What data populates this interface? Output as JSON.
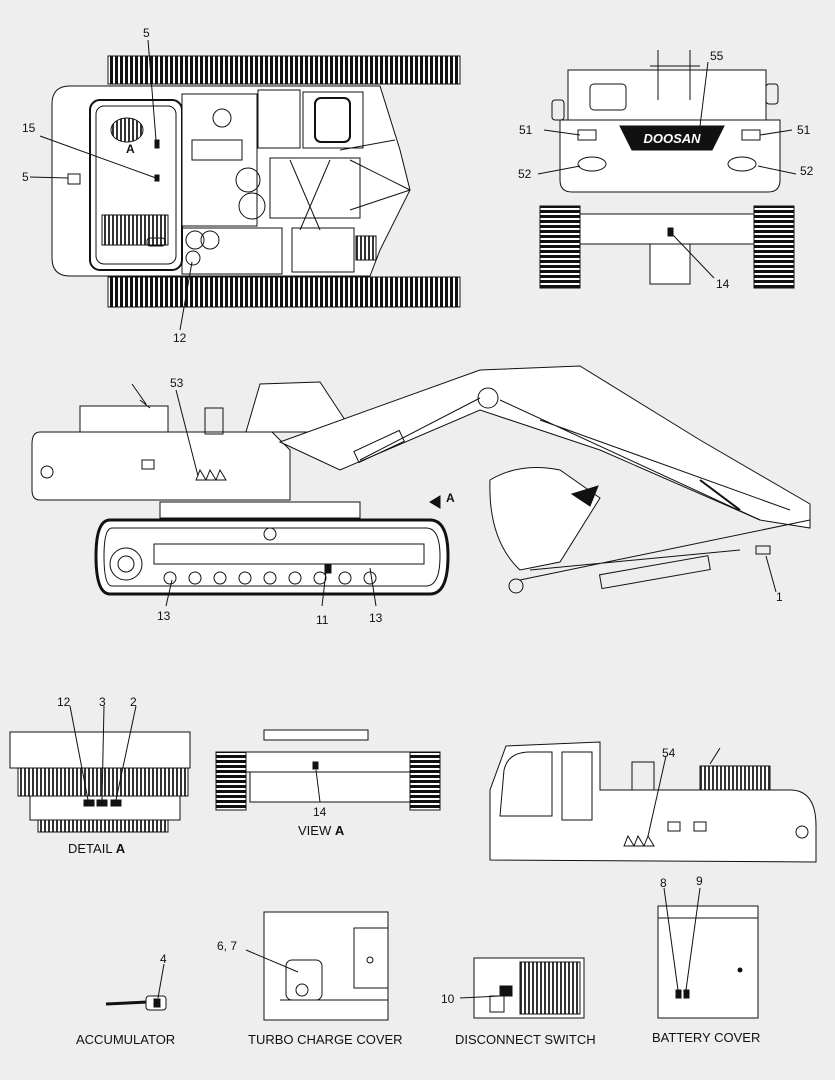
{
  "brand": "DOOSAN",
  "callouts": {
    "top_view": {
      "c5_upper": "5",
      "c5_left": "5",
      "c15": "15",
      "view_a": "A",
      "c12": "12"
    },
    "rear_view": {
      "c55": "55",
      "c51_left": "51",
      "c51_right": "51",
      "c52_left": "52",
      "c52_right": "52",
      "c14": "14"
    },
    "side_view": {
      "c53": "53",
      "c13_left": "13",
      "c11": "11",
      "c13_right": "13",
      "c1": "1",
      "arrow_a": "A"
    },
    "detail_a": {
      "c12": "12",
      "c3": "3",
      "c2": "2"
    },
    "view_a": {
      "c14": "14"
    },
    "cab_view": {
      "c54": "54"
    },
    "accumulator": {
      "c4": "4"
    },
    "turbo": {
      "c67": "6, 7"
    },
    "disconnect": {
      "c10": "10"
    },
    "battery": {
      "c8": "8",
      "c9": "9"
    }
  },
  "captions": {
    "detail_a": {
      "text": "DETAIL ",
      "bold": "A"
    },
    "view_a": {
      "text": "VIEW ",
      "bold": "A"
    },
    "accumulator": "ACCUMULATOR",
    "turbo": "TURBO CHARGE COVER",
    "disconnect": "DISCONNECT SWITCH",
    "battery": "BATTERY COVER"
  }
}
